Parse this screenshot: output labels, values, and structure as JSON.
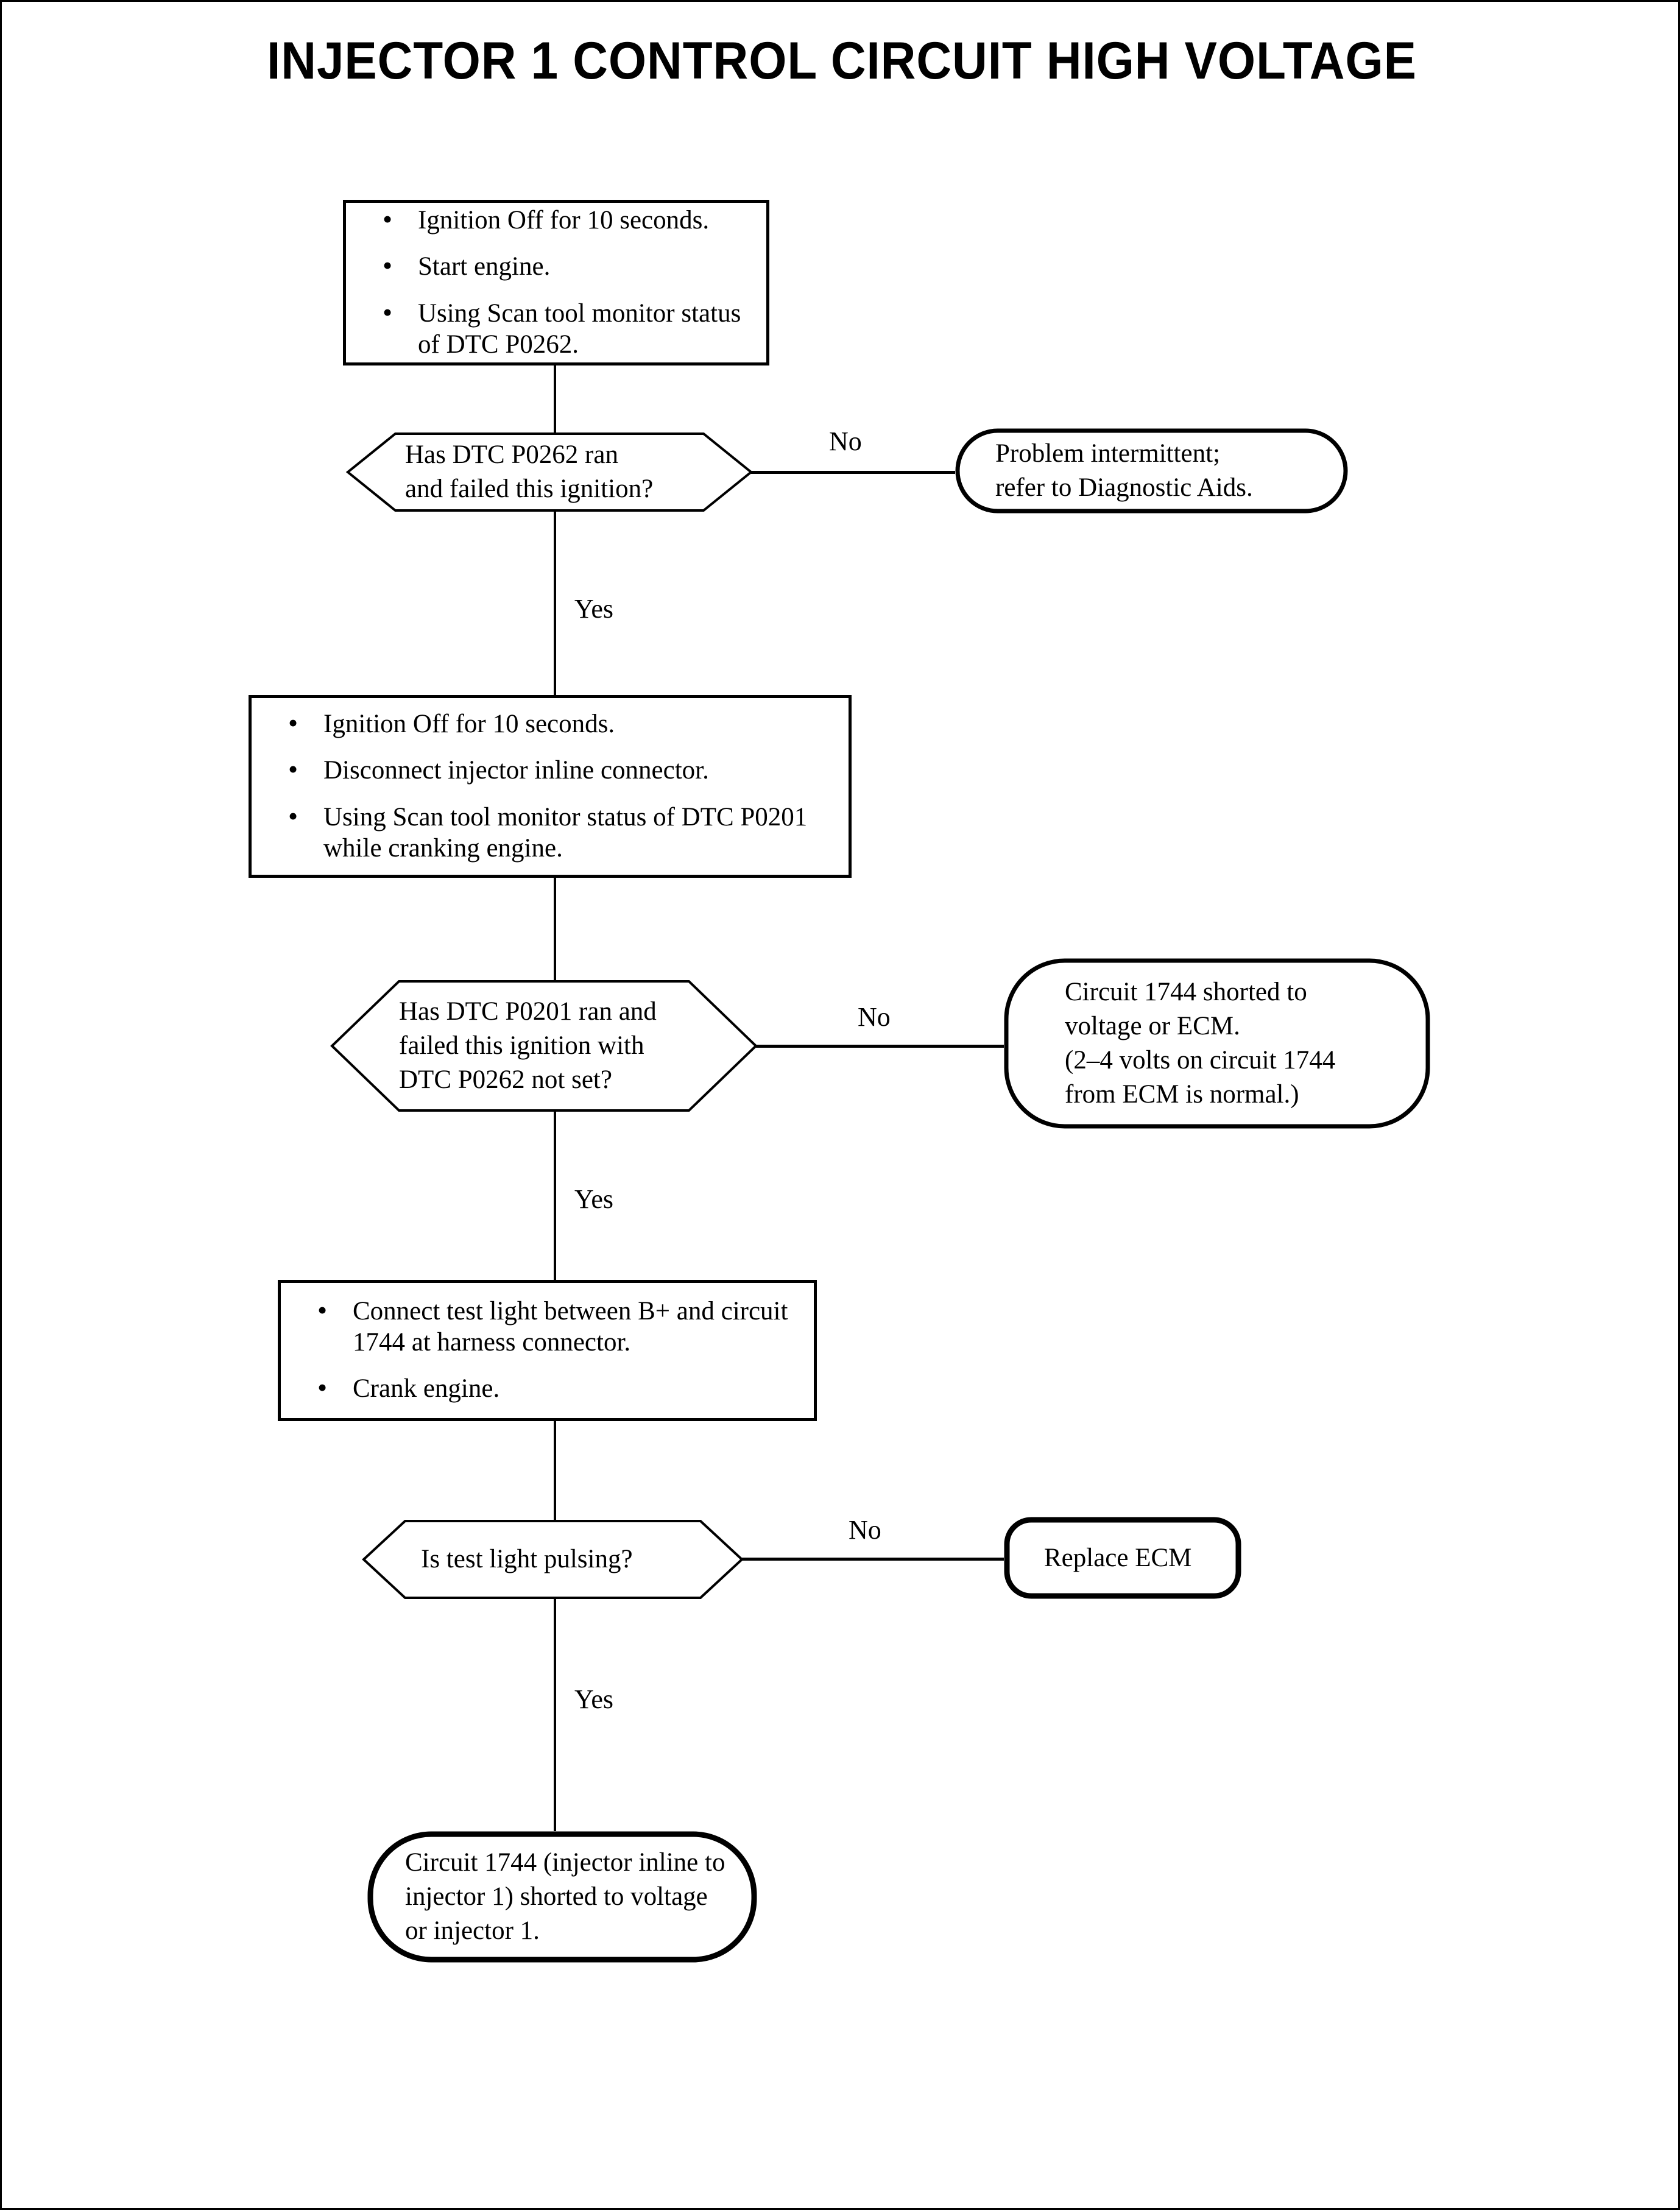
{
  "title": "INJECTOR 1 CONTROL CIRCUIT HIGH VOLTAGE",
  "colors": {
    "ink": "#000000",
    "paper": "#ffffff"
  },
  "edge_labels": {
    "no_1": "No",
    "yes_1": "Yes",
    "no_2": "No",
    "yes_2": "Yes",
    "no_3": "No",
    "yes_3": "Yes"
  },
  "steps": {
    "step1": {
      "shape": "process",
      "bullets": [
        "Ignition Off for 10 seconds.",
        "Start engine.",
        "Using Scan tool monitor status of DTC P0262."
      ]
    },
    "step2": {
      "shape": "process",
      "bullets": [
        "Ignition Off for 10 seconds.",
        "Disconnect injector inline connector.",
        "Using Scan tool monitor status of DTC P0201 while cranking engine."
      ]
    },
    "step3": {
      "shape": "process",
      "bullets": [
        "Connect test light between B+ and circuit 1744 at harness connector.",
        "Crank engine."
      ]
    }
  },
  "decisions": {
    "decision1": {
      "shape": "hexagon",
      "lines": [
        "Has DTC P0262 ran",
        "and failed this ignition?"
      ]
    },
    "decision2": {
      "shape": "hexagon",
      "lines": [
        "Has DTC P0201 ran and",
        "failed this ignition with",
        "DTC P0262 not set?"
      ]
    },
    "decision3": {
      "shape": "hexagon",
      "lines": [
        "Is test light pulsing?"
      ]
    }
  },
  "terminals": {
    "terminal1": {
      "shape": "stadium",
      "lines": [
        "Problem intermittent;",
        "refer to Diagnostic Aids."
      ]
    },
    "terminal2": {
      "shape": "stadium",
      "lines": [
        "Circuit 1744 shorted to",
        "voltage or ECM.",
        "(2–4 volts on circuit 1744",
        "from ECM is normal.)"
      ]
    },
    "terminal3": {
      "shape": "stadium",
      "lines": [
        "Replace ECM"
      ]
    },
    "terminal4": {
      "shape": "stadium",
      "lines": [
        "Circuit 1744 (injector inline to",
        "injector 1) shorted to voltage",
        "or injector 1."
      ]
    }
  }
}
